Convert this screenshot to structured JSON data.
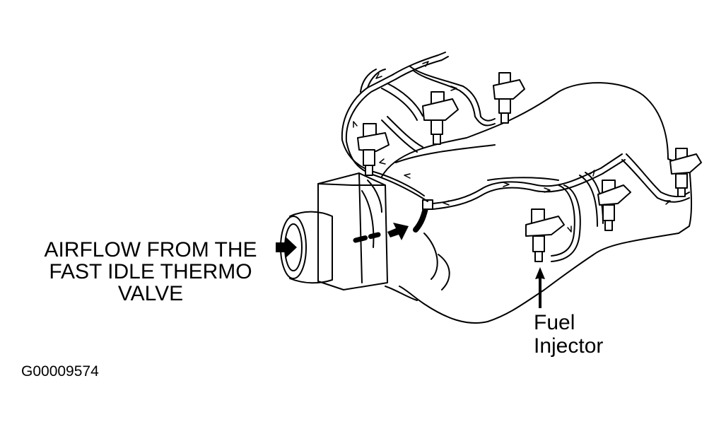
{
  "labels": {
    "airflow_lines": [
      "AIRFLOW FROM THE",
      "FAST IDLE THERMO",
      "VALVE"
    ],
    "fuel_injector_lines": [
      "Fuel",
      "Injector"
    ],
    "figure_id": "G00009574"
  },
  "colors": {
    "ink": "#000000",
    "paper": "#ffffff"
  },
  "icons": [
    "airflow-arrow-icon",
    "pointer-arrow-icon"
  ]
}
